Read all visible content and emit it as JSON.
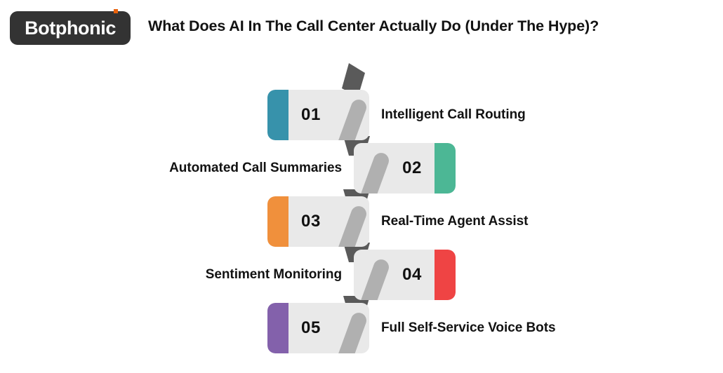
{
  "header": {
    "logo_text": "Botphonic",
    "logo_dot_color": "#e8620c",
    "logo_bg_color": "#333333",
    "title": "What Does AI In The Call Center Actually Do (Under The Hype)?"
  },
  "diagram": {
    "type": "numbered-zigzag-list",
    "background_color": "#ffffff",
    "card_bg_color": "#e9e9e9",
    "connector_color": "#5a5a5a",
    "slash_color": "#b0b0b0",
    "items": [
      {
        "number": "01",
        "label": "Intelligent Call Routing",
        "color": "#3792ab",
        "side": "left"
      },
      {
        "number": "02",
        "label": "Automated Call Summaries",
        "color": "#4cb795",
        "side": "right"
      },
      {
        "number": "03",
        "label": "Real-Time Agent Assist",
        "color": "#f0903c",
        "side": "left"
      },
      {
        "number": "04",
        "label": "Sentiment Monitoring",
        "color": "#ef4444",
        "side": "right"
      },
      {
        "number": "05",
        "label": "Full Self-Service Voice Bots",
        "color": "#8361ab",
        "side": "left"
      }
    ]
  }
}
